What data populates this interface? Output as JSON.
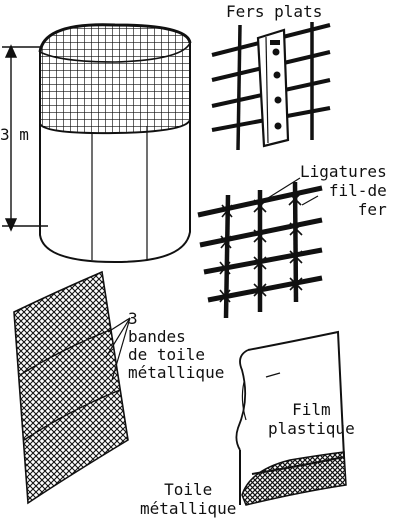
{
  "labels": {
    "height": "3 m",
    "flat_irons": "Fers plats",
    "ligatures": "Ligatures\nfil-de\nfer",
    "strips": "3\nbandes\nde toile\nmétallique",
    "plastic_film": "Film\nplastique",
    "wire_mesh": "Toile\nmétallique"
  }
}
